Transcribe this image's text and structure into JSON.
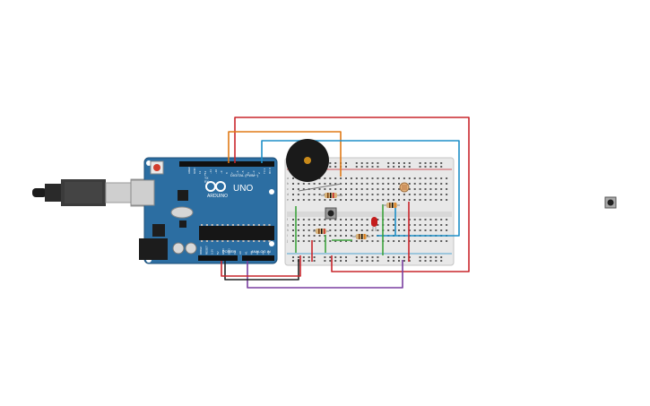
{
  "board": {
    "name": "UNO",
    "brand": "ARDUINO",
    "label_digital": "DIGITAL (PWM~)",
    "label_power": "POWER",
    "label_analog": "ANALOG IN",
    "label_tx": "TX",
    "label_rx": "RX",
    "label_l": "L",
    "pin_top": [
      "AREF",
      "GND",
      "13",
      "12",
      "~11",
      "~10",
      "~9",
      "8",
      "7",
      "~6",
      "~5",
      "4",
      "~3",
      "2",
      "TX 1",
      "RX 0"
    ],
    "pin_bottom": [
      "IOREF",
      "RESET",
      "3.3V",
      "5V",
      "GND",
      "GND",
      "Vin",
      "A0",
      "A1",
      "A2",
      "A3",
      "A4",
      "A5"
    ]
  },
  "breadboard": {
    "row_labels": [
      "a",
      "b",
      "c",
      "d",
      "e",
      "f",
      "g",
      "h",
      "i",
      "j"
    ]
  },
  "colors": {
    "board": "#2c6ea2",
    "breadboard": "#e8e8e8",
    "wire_red": "#c9262c",
    "wire_orange": "#e07a16",
    "wire_blue": "#1e8fc8",
    "wire_purple": "#7a3fa0",
    "wire_black": "#222222",
    "wire_green": "#3da33d",
    "led": "#c41c1c",
    "buzzer": "#1a1a1a",
    "buzzer_center": "#c98a1a"
  }
}
